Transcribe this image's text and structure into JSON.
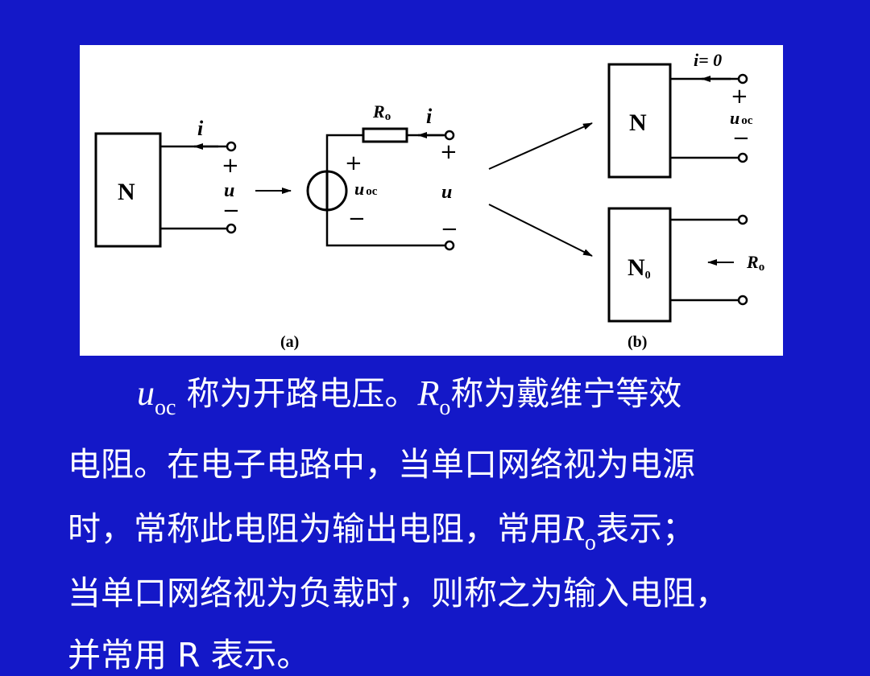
{
  "diagram": {
    "label_N": "N",
    "label_N0_base": "N",
    "label_N0_sub": "0",
    "label_i": "i",
    "label_plus": "+",
    "label_minus": "−",
    "label_u": "u",
    "label_R": "R",
    "label_R_sub": "o",
    "label_uoc_u": "u",
    "label_uoc_sub": "oc",
    "label_i0": "i= 0",
    "caption_a": "(a)",
    "caption_b": "(b)"
  },
  "text": {
    "sym_u": "u",
    "sub_oc": "oc",
    "line1_a": "称为开路电压。",
    "sym_R": "R",
    "sub_o": "o",
    "line1_b": "称为戴维宁等效",
    "line2": "电阻。在电子电路中，当单口网络视为电源",
    "line3_a": "时，常称此电阻为输出电阻，常用",
    "line3_b": "表示；",
    "line4": "当单口网络视为负载时，则称之为输入电阻，",
    "line5": "并常用 R 表示。"
  },
  "colors": {
    "background": "#1418c8",
    "text": "#ffffff",
    "figure_bg": "#ffffff"
  }
}
